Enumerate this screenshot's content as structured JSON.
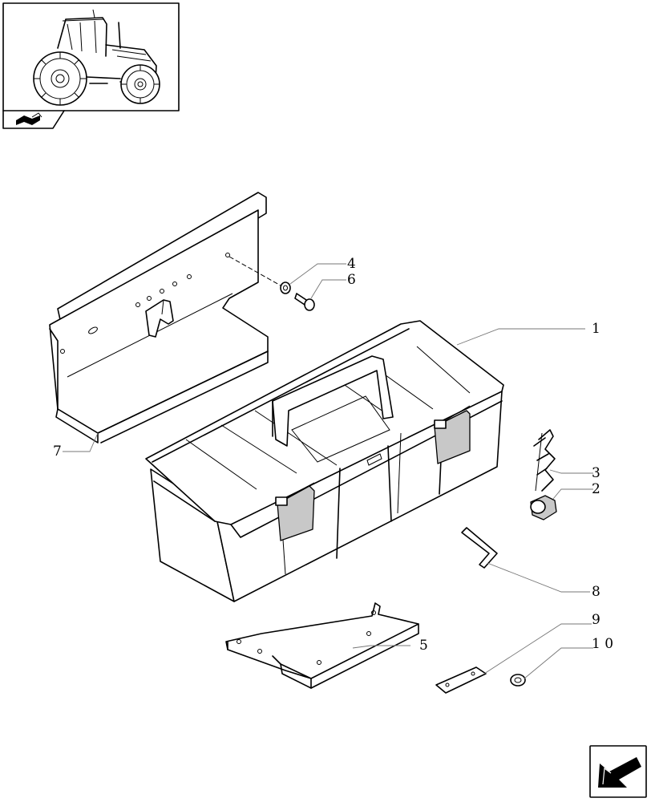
{
  "callouts": [
    {
      "id": "1",
      "text": "1"
    },
    {
      "id": "2",
      "text": "2"
    },
    {
      "id": "3",
      "text": "3"
    },
    {
      "id": "4",
      "text": "4"
    },
    {
      "id": "5",
      "text": "5"
    },
    {
      "id": "6",
      "text": "6"
    },
    {
      "id": "7",
      "text": "7"
    },
    {
      "id": "8",
      "text": "8"
    },
    {
      "id": "9",
      "text": "9"
    },
    {
      "id": "10",
      "text": "1 0"
    }
  ],
  "thumbnail": {
    "icon": "tractor-thumbnail-icon",
    "footer_icon": "book-arrow-icon"
  },
  "nav": {
    "icon": "next-page-arrow-icon"
  }
}
